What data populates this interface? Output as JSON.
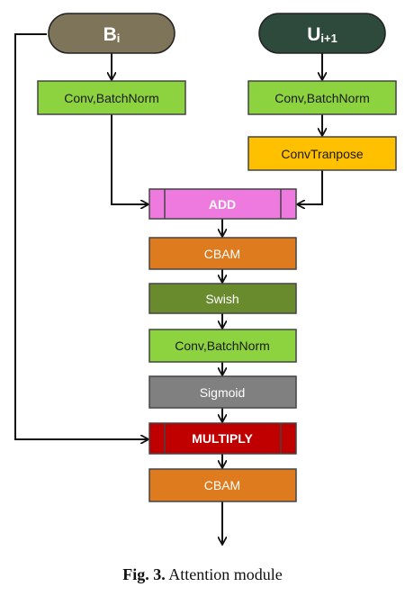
{
  "nodes": {
    "b_input": {
      "label": "B",
      "sub": "i",
      "fill": "#7e7459"
    },
    "u_input": {
      "label": "U",
      "sub": "i+1",
      "fill": "#2e4a3c"
    },
    "conv_bn_left": {
      "label": "Conv,BatchNorm",
      "fill": "#8cd33f"
    },
    "conv_bn_right": {
      "label": "Conv,BatchNorm",
      "fill": "#8cd33f"
    },
    "conv_transpose": {
      "label": "ConvTranpose",
      "fill": "#ffc000"
    },
    "add": {
      "label": "ADD",
      "fill": "#ee7ae0"
    },
    "cbam_1": {
      "label": "CBAM",
      "fill": "#dd7b1e"
    },
    "swish": {
      "label": "Swish",
      "fill": "#6a8a2e"
    },
    "conv_bn_mid": {
      "label": "Conv,BatchNorm",
      "fill": "#8cd33f"
    },
    "sigmoid": {
      "label": "Sigmoid",
      "fill": "#808080"
    },
    "multiply": {
      "label": "MULTIPLY",
      "fill": "#c00000"
    },
    "cbam_2": {
      "label": "CBAM",
      "fill": "#dd7b1e"
    }
  },
  "caption": {
    "prefix": "Fig. 3.",
    "text": "Attention module"
  }
}
